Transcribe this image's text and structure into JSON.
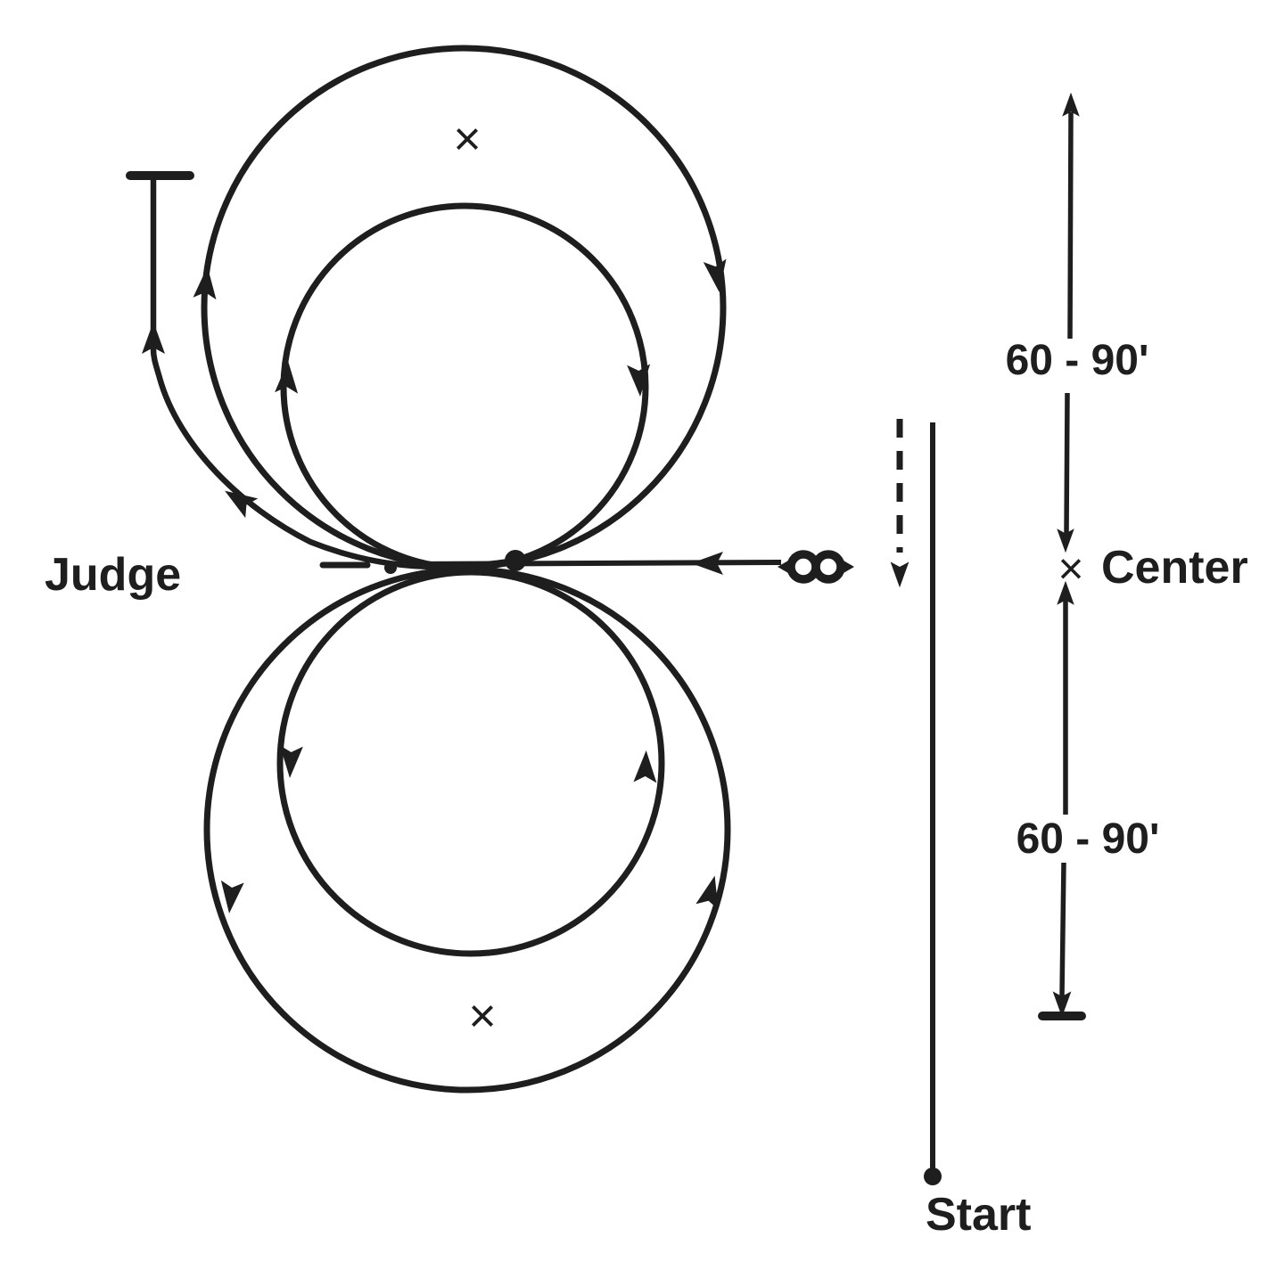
{
  "diagram": {
    "labels": {
      "judge": "Judge",
      "start": "Start",
      "center": "Center",
      "distance_top": "60 - 90'",
      "distance_bottom": "60 - 90'"
    },
    "markers": {
      "center_x": "×",
      "top_circle_x": "×",
      "bottom_circle_x": "×"
    },
    "icons": {
      "horse_and_rider": "horse-and-rider-icon",
      "judge_marker": "judge-marker-tbar",
      "distance_end_marker": "distance-end-tbar"
    },
    "colors": {
      "ink": "#1e1e1e",
      "background": "#ffffff"
    }
  }
}
